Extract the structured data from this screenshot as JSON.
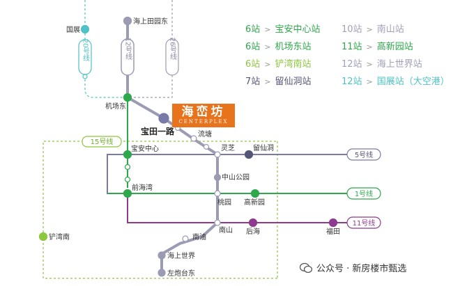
{
  "colors": {
    "line1": "#2ea84b",
    "line5": "#7a7aa8",
    "line11": "#8e3b8e",
    "line12": "#9b9bb3",
    "line15": "#8dc63f",
    "line20": "#4ec2c4",
    "line26": "#9b9bb3",
    "brand": "#e8731d"
  },
  "line_labels": {
    "l20": "20号线",
    "l12": "12号线",
    "l26": "26号线",
    "l15": "15号线",
    "l5": "5号线",
    "l1": "1号线",
    "l11": "11号线"
  },
  "stations": {
    "haishang_tianyuan_dong": "海上田园东",
    "guozhan": "国展",
    "jichang_dong": "机场东",
    "baotian_yilu": "宝田一路",
    "liutang": "流塘",
    "baoan_zhongxin": "宝安中心",
    "lingzhi": "灵芝",
    "liuxiandong": "留仙洞",
    "zhongshan_gongyuan": "中山公园",
    "qianhaiwan": "前海湾",
    "taoyuan": "桃园",
    "gaoxinyuan": "高新园",
    "nanshan": "南山",
    "houhai": "后海",
    "futian": "福田",
    "nanyou": "南油",
    "yiwannan": "铲湾南",
    "haishang_shijie": "海上世界",
    "zuopaotai_dong": "左炮台东"
  },
  "brand": {
    "name_cn": "海峦坊",
    "name_en": "CENTERPLEX"
  },
  "legend": [
    {
      "stops": "6站",
      "dest": "宝安中心站",
      "color": "#2ea84b"
    },
    {
      "stops": "10站",
      "dest": "南山站",
      "color": "#a0a0b8"
    },
    {
      "stops": "6站",
      "dest": "机场东站",
      "color": "#2ea84b"
    },
    {
      "stops": "11站",
      "dest": "高新园站",
      "color": "#2ea84b"
    },
    {
      "stops": "6站",
      "dest": "铲湾南站",
      "color": "#8dc63f"
    },
    {
      "stops": "12站",
      "dest": "海上世界站",
      "color": "#a0a0b8"
    },
    {
      "stops": "7站",
      "dest": "留仙洞站",
      "color": "#555577"
    },
    {
      "stops": "12站",
      "dest": "国展站（大空港）",
      "color": "#4ec2c4"
    }
  ],
  "watermark": "公众号 · 新房楼市甄选"
}
